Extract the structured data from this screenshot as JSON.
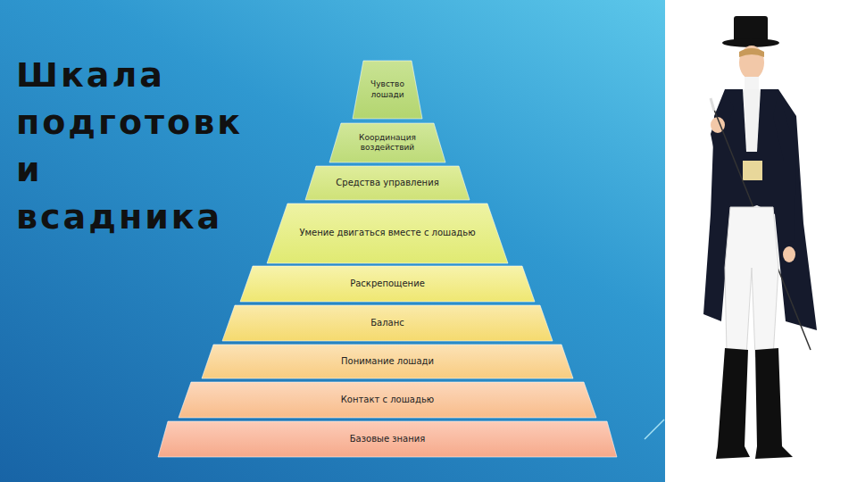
{
  "diagram": {
    "title": "Шкала подготовк и всадника",
    "nodes": [
      {
        "text": [
          "Чувство лошади"
        ]
      },
      {
        "text": [
          "Координация воздействий"
        ]
      },
      {
        "text": [
          "Средства управления"
        ]
      },
      {
        "text": [
          "Умение двигаться вместе с лошадью"
        ]
      },
      {
        "text": [
          "Раскрепощение"
        ]
      },
      {
        "text": [
          "Баланс"
        ]
      },
      {
        "text": [
          "Понимание лошади"
        ]
      },
      {
        "text": [
          "Контакт с лошадью"
        ]
      },
      {
        "text": [
          "Базовые знания"
        ]
      }
    ]
  }
}
